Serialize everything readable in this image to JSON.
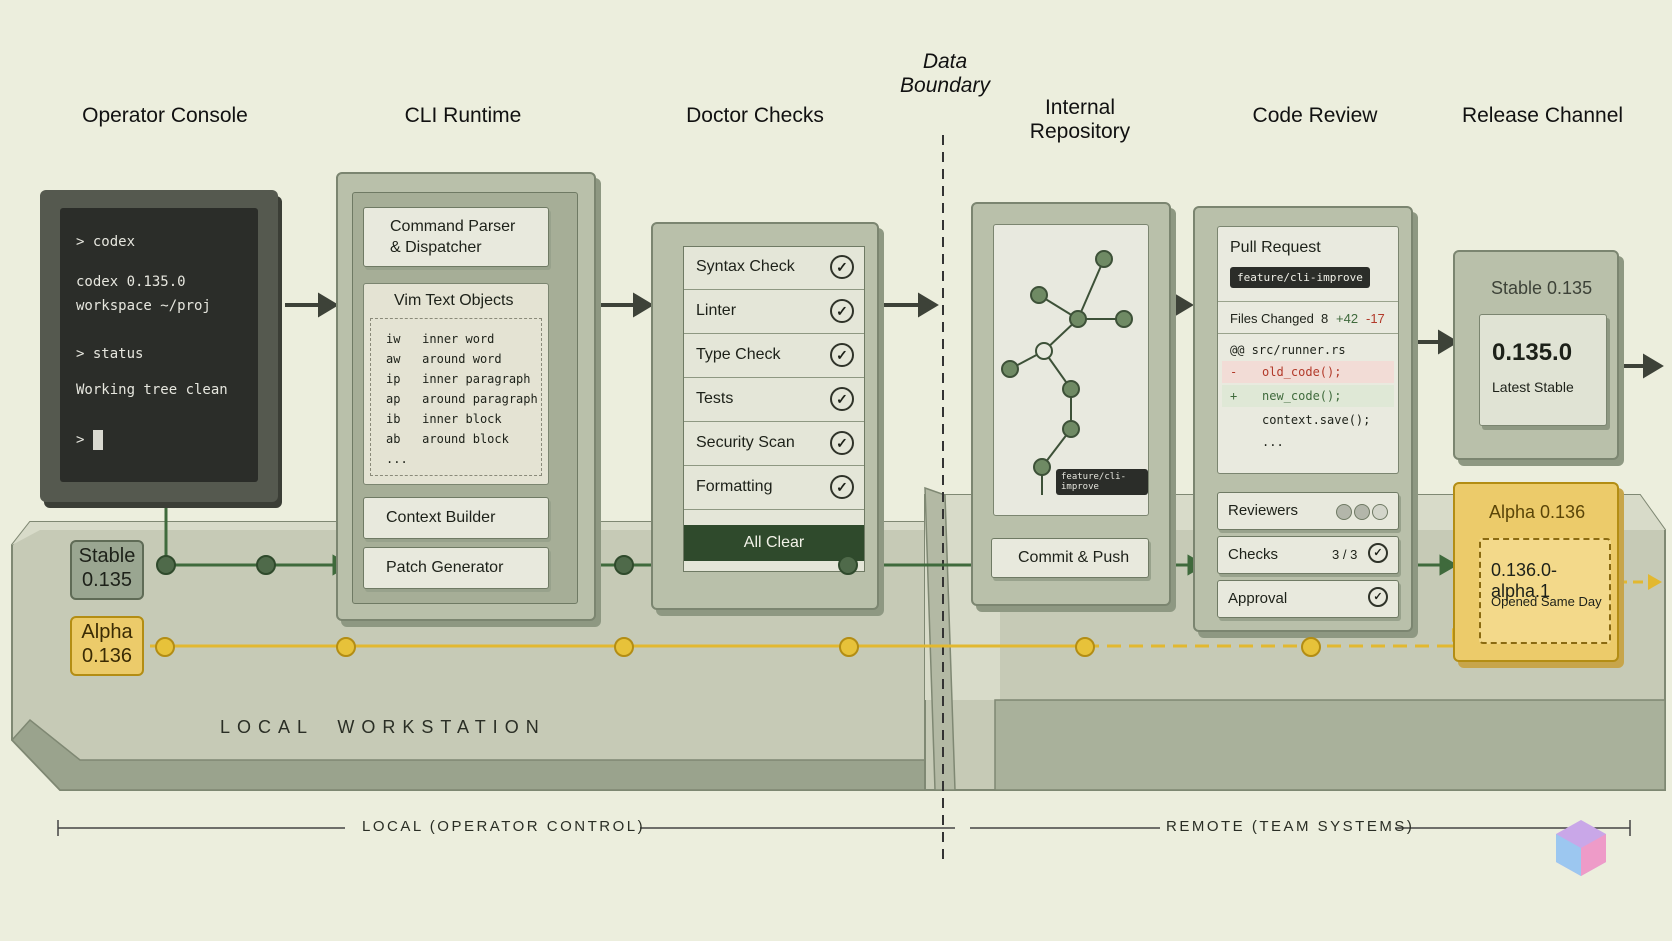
{
  "headers": {
    "operator_console": "Operator Console",
    "cli_runtime": "CLI Runtime",
    "doctor_checks": "Doctor Checks",
    "data_boundary": "Data\nBoundary",
    "internal_repository": "Internal\nRepository",
    "code_review": "Code Review",
    "release_channel": "Release Channel"
  },
  "console": {
    "line1": "> codex",
    "line2": "codex 0.135.0",
    "line3": "workspace ~/proj",
    "line4": "> status",
    "line5": "Working tree clean",
    "prompt": ">"
  },
  "cli_runtime": {
    "command_parser": "Command Parser\n& Dispatcher",
    "vim_title": "Vim Text Objects",
    "vim_rows": [
      {
        "key": "iw",
        "desc": "inner word"
      },
      {
        "key": "aw",
        "desc": "around word"
      },
      {
        "key": "ip",
        "desc": "inner paragraph"
      },
      {
        "key": "ap",
        "desc": "around paragraph"
      },
      {
        "key": "ib",
        "desc": "inner block"
      },
      {
        "key": "ab",
        "desc": "around block"
      }
    ],
    "vim_more": "...",
    "context_builder": "Context Builder",
    "patch_generator": "Patch Generator"
  },
  "doctor_checks": {
    "checks": [
      "Syntax Check",
      "Linter",
      "Type Check",
      "Tests",
      "Security Scan",
      "Formatting"
    ],
    "all_clear": "All Clear"
  },
  "repository": {
    "branch_label": "feature/cli-improve",
    "commit_push": "Commit & Push"
  },
  "code_review": {
    "pull_request": "Pull Request",
    "branch": "feature/cli-improve",
    "files_changed": "Files Changed  8",
    "additions": "+42",
    "deletions": "-17",
    "diff_file": "@@ src/runner.rs",
    "diff_removed_marker": "-",
    "diff_removed": "old_code();",
    "diff_added_marker": "+",
    "diff_added": "new_code();",
    "diff_context": "context.save();",
    "diff_more": "...",
    "reviewers": "Reviewers",
    "checks": "Checks",
    "checks_count": "3 / 3",
    "approval": "Approval"
  },
  "release": {
    "stable_title": "Stable 0.135",
    "stable_version": "0.135.0",
    "stable_sub": "Latest Stable",
    "alpha_title": "Alpha 0.136",
    "alpha_version": "0.136.0-alpha.1",
    "alpha_sub": "Opened Same Day"
  },
  "tracks": {
    "stable_badge": "Stable\n0.135",
    "alpha_badge": "Alpha\n0.136"
  },
  "platform": {
    "local_workstation": "LOCAL  WORKSTATION",
    "local_label": "LOCAL (OPERATOR CONTROL)",
    "remote_label": "REMOTE (TEAM SYSTEMS)"
  },
  "colors": {
    "stable_track": "#3f6a3c",
    "alpha_track": "#e2b830",
    "panel": "#b9c0aa",
    "dark_green": "#2f4a2c"
  }
}
